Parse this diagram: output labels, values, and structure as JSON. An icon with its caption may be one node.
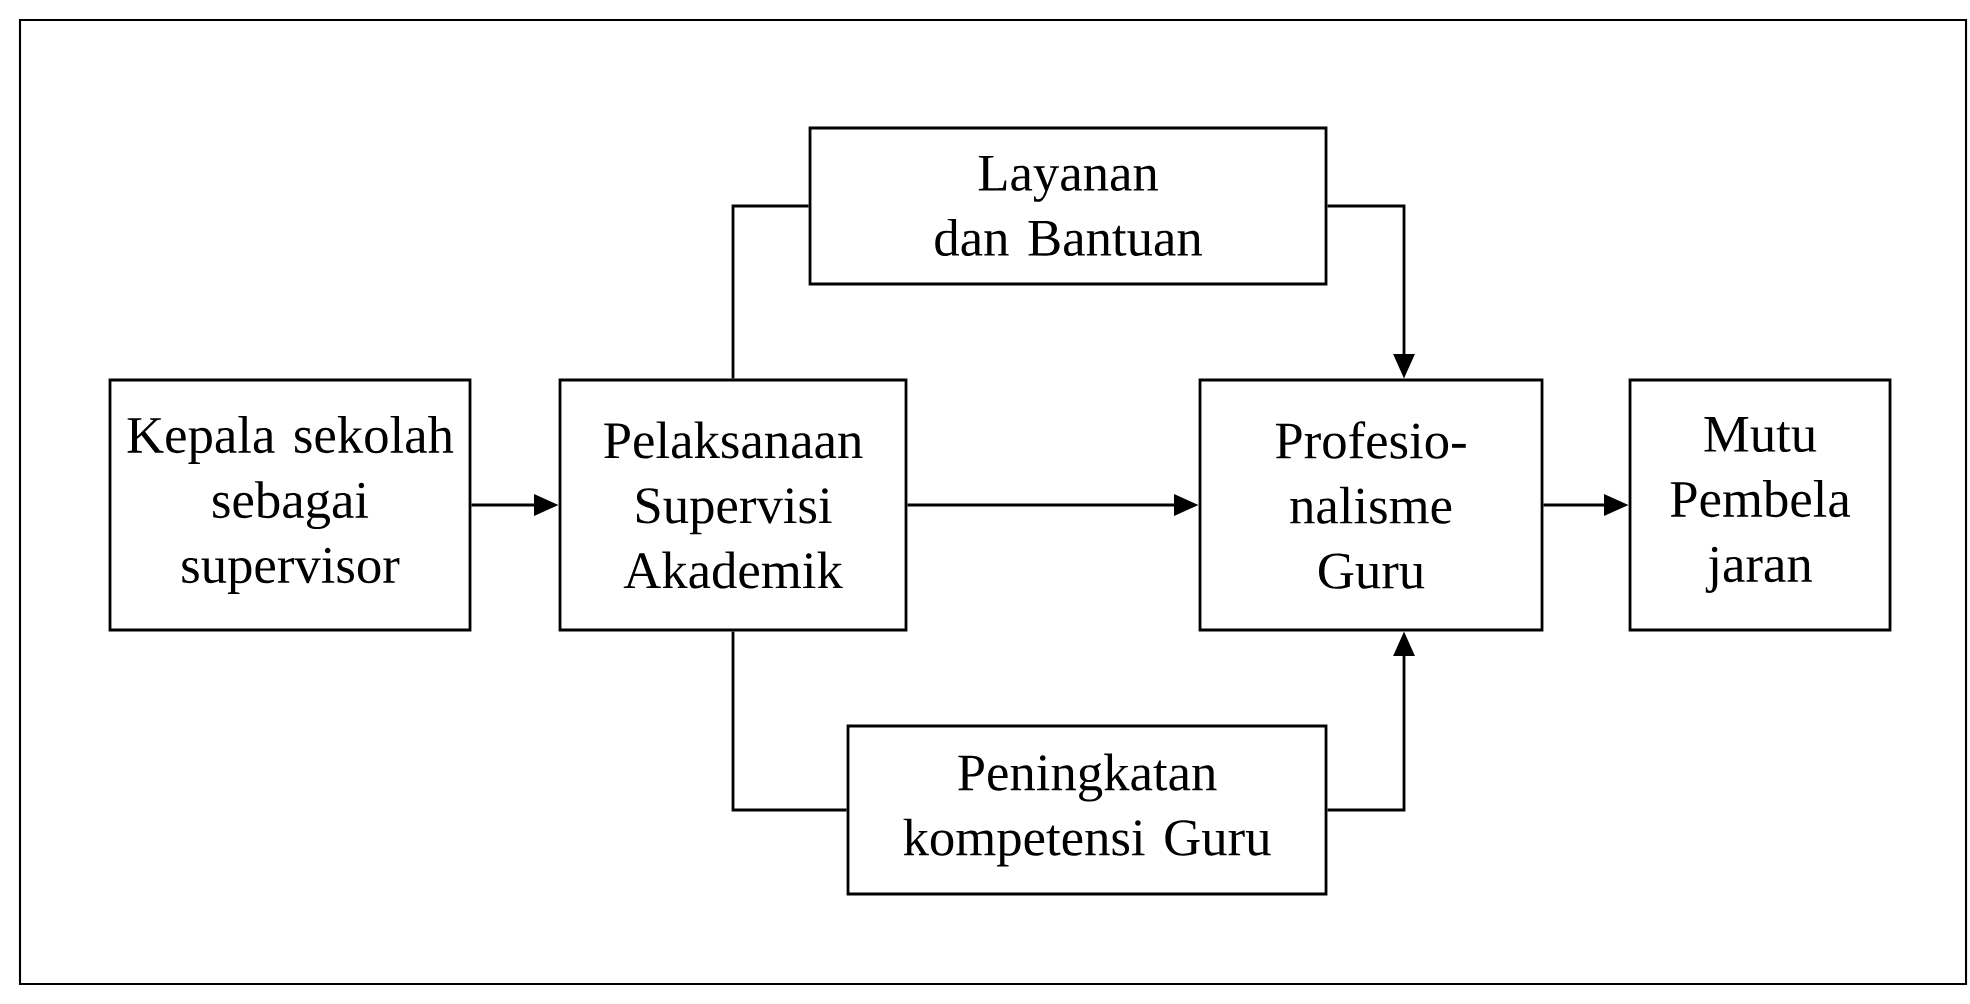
{
  "diagram": {
    "nodes": [
      {
        "text": [
          "Kepala sekolah sebagai supervisor"
        ]
      },
      {
        "text": [
          "Pelaksanaan Supervisi Akademik"
        ]
      },
      {
        "text": [
          "Layanan dan Bantuan"
        ]
      },
      {
        "text": [
          "Profesio- nalisme Guru"
        ]
      },
      {
        "text": [
          "Mutu Pembela jaran"
        ]
      },
      {
        "text": [
          "Peningkatan kompetensi Guru"
        ]
      }
    ],
    "edges": [
      {
        "from": 0,
        "to": 1,
        "arrow": "to"
      },
      {
        "from": 1,
        "to": 2,
        "arrow": "none"
      },
      {
        "from": 2,
        "to": 3,
        "arrow": "to"
      },
      {
        "from": 1,
        "to": 3,
        "arrow": "to"
      },
      {
        "from": 1,
        "to": 5,
        "arrow": "none"
      },
      {
        "from": 5,
        "to": 3,
        "arrow": "to"
      },
      {
        "from": 3,
        "to": 4,
        "arrow": "to"
      }
    ]
  }
}
